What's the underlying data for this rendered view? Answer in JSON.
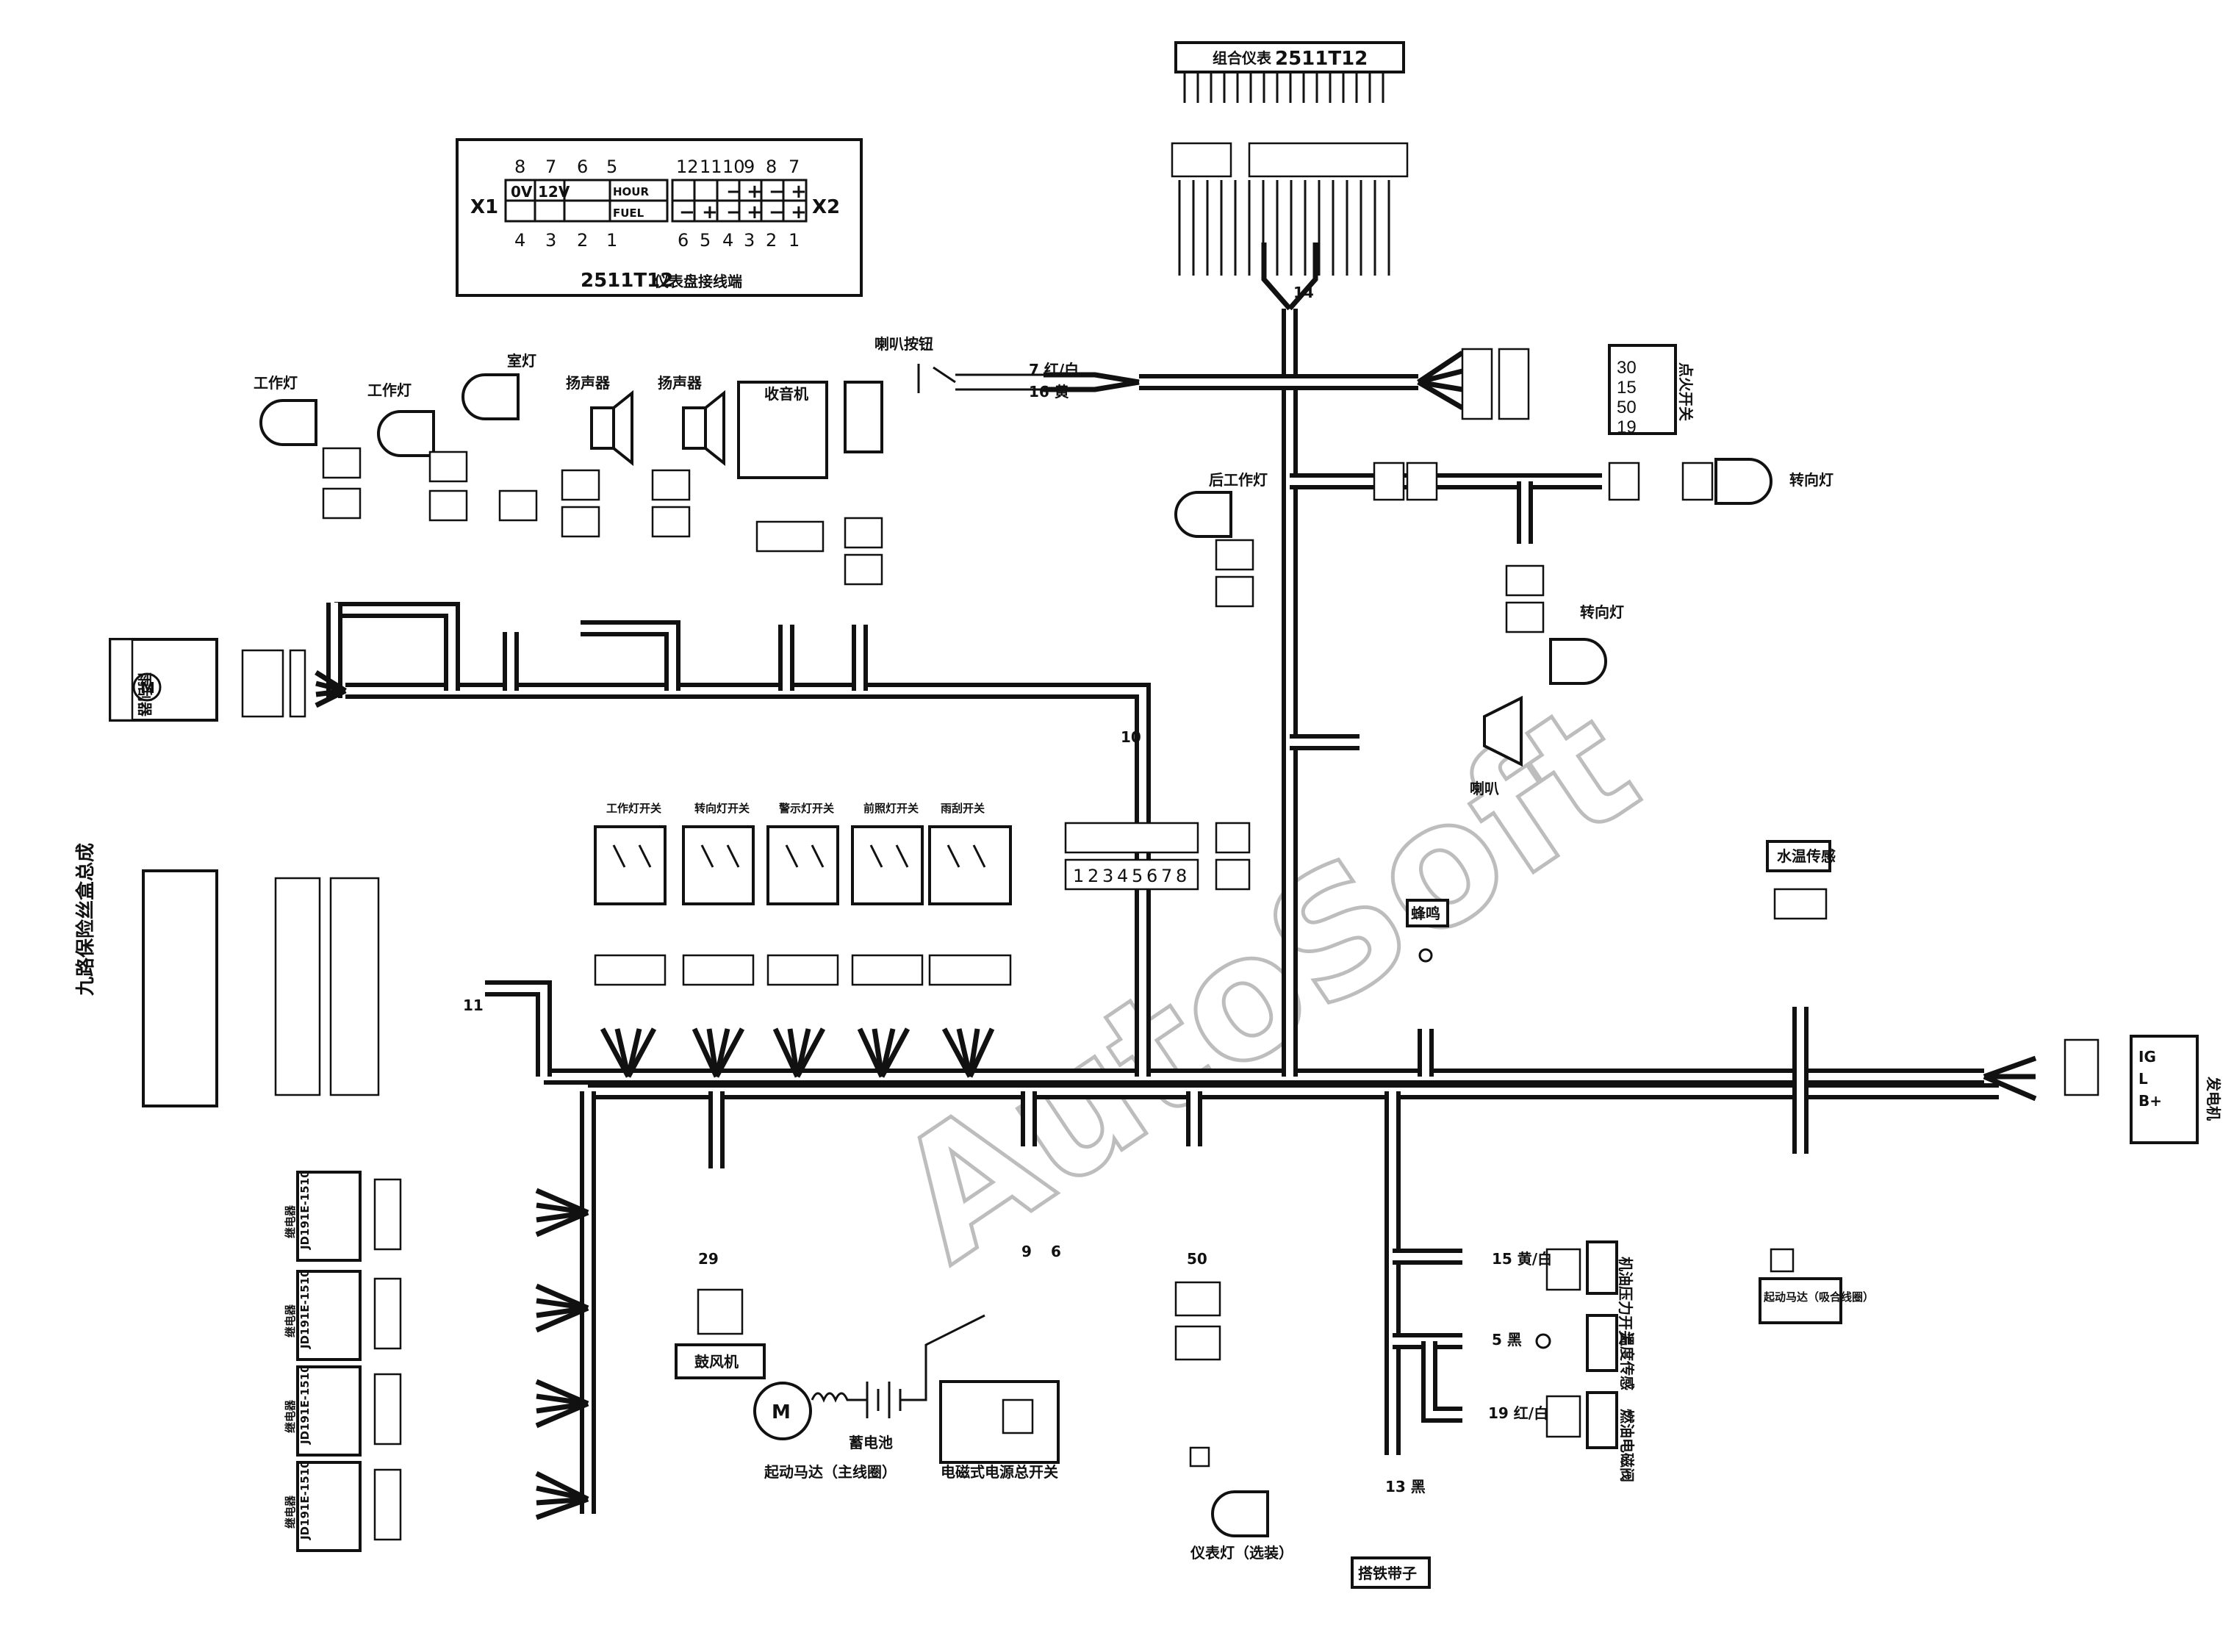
{
  "watermark": "AutoSoft",
  "connector_panel": {
    "part": "2511T12",
    "caption": "仪表盘接线端",
    "x1_label": "X1",
    "x2_label": "X2",
    "x1_top_pins": [
      "8",
      "7",
      "6",
      "5"
    ],
    "x1_bottom_pins": [
      "4",
      "3",
      "2",
      "1"
    ],
    "x1_cells": [
      "0V",
      "12V",
      "HOUR",
      "FUEL"
    ],
    "x2_top_pins": [
      "12",
      "11",
      "10",
      "9",
      "8",
      "7"
    ],
    "x2_bottom_pins": [
      "6",
      "5",
      "4",
      "3",
      "2",
      "1"
    ]
  },
  "instrument_cluster": {
    "title": "组合仪表",
    "part": "2511T12",
    "label_14": "14"
  },
  "components": {
    "work_lamp_1": "工作灯",
    "work_lamp_2": "工作灯",
    "ceiling_lamp": "室灯",
    "speaker_1": "扬声器",
    "speaker_2": "扬声器",
    "radio": "收音机",
    "horn_button": "喇叭按钮",
    "wiper_motor": "雨刮器",
    "rear_work_lamp": "后工作灯",
    "turn_lamp_1": "转向灯",
    "turn_lamp_2": "转向灯",
    "horn": "喇叭",
    "ignition_switch": "点火开关",
    "ignition_positions": [
      "30",
      "15",
      "50",
      "19"
    ],
    "fuse_box": "九路保险丝盒总成",
    "blower": "鼓风机",
    "battery": "蓄电池",
    "starter_motor": "起动马达（主线圈）",
    "power_switch": "电磁式电源总开关",
    "instrument_lamp": "仪表灯（选装）",
    "buzzer": "蜂鸣",
    "alternator": "发电机",
    "alt_terms": [
      "IG",
      "L",
      "B+"
    ],
    "water_temp_sensor": "水温传感",
    "oil_pressure_switch": "机油压力开关",
    "temp_sensor": "温度传感",
    "fuel_solenoid": "燃油电磁阀",
    "ground_strap": "搭铁带子",
    "starter_solenoid": "起动马达（吸合线圈）",
    "relay_label": "继电器",
    "relay_part": "JD191E-1510"
  },
  "switches": [
    "工作灯开关",
    "转向灯开关",
    "警示灯开关",
    "前照灯开关",
    "雨刮开关"
  ],
  "wire_labels": {
    "w7": "7 红/白",
    "w16": "16 黄",
    "w10": "10",
    "w11": "11",
    "w13": "13 黑",
    "w19": "19 红/白",
    "w5": "5 黑",
    "w15": "15 黄/白",
    "w29": "29",
    "w50": "50",
    "w9": "9",
    "w6": "6"
  }
}
